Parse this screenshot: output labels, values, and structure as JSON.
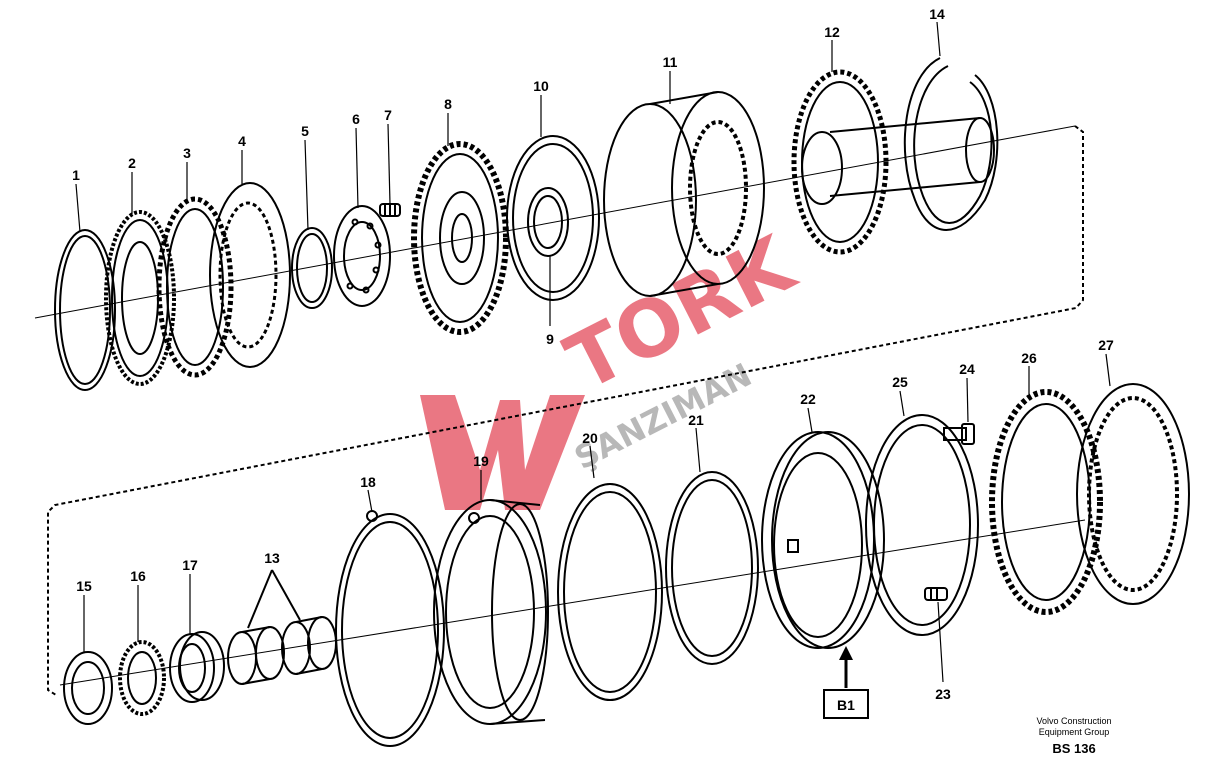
{
  "callouts": [
    "1",
    "2",
    "3",
    "4",
    "5",
    "6",
    "7",
    "8",
    "9",
    "10",
    "11",
    "12",
    "13",
    "14",
    "15",
    "16",
    "17",
    "18",
    "19",
    "20",
    "21",
    "22",
    "23",
    "24",
    "25",
    "26",
    "27"
  ],
  "reference_box": "B1",
  "watermark": {
    "brand": "TORK",
    "sub": "ŞANZIMAN",
    "color": "#e34a5a"
  },
  "footer": {
    "line1": "Volvo Construction",
    "line2": "Equipment Group",
    "code": "BS 136"
  }
}
